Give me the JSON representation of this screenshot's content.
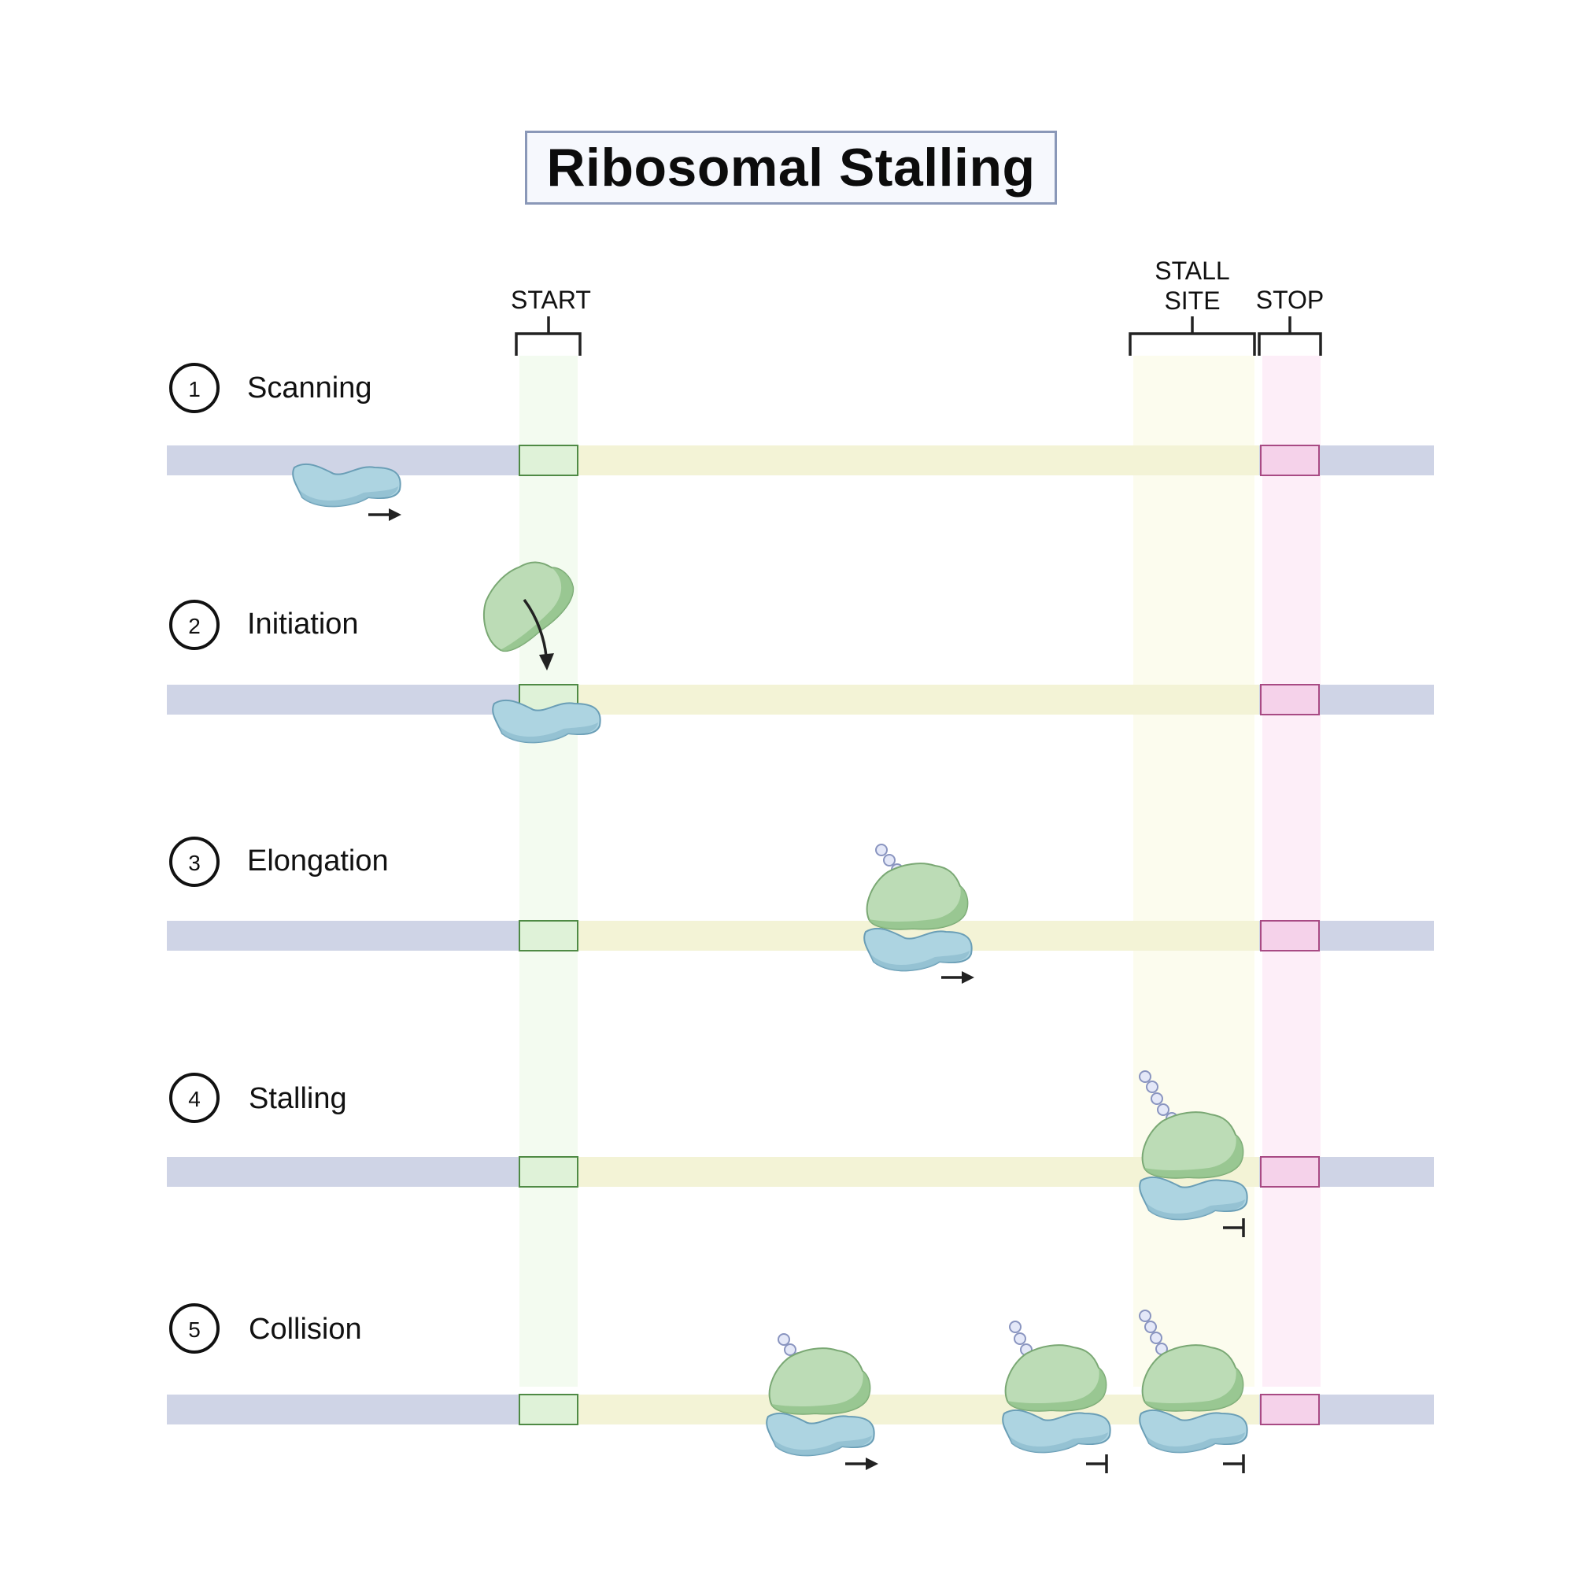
{
  "title": "Ribosomal Stalling",
  "markers": {
    "start": "START",
    "stall_line1": "STALL",
    "stall_line2": "SITE",
    "stop": "STOP"
  },
  "steps": [
    {
      "number": "1",
      "label": "Scanning"
    },
    {
      "number": "2",
      "label": "Initiation"
    },
    {
      "number": "3",
      "label": "Elongation"
    },
    {
      "number": "4",
      "label": "Stalling"
    },
    {
      "number": "5",
      "label": "Collision"
    }
  ],
  "colors": {
    "mrna": "#cfd4e6",
    "coding": "#f3f3d6",
    "start_codon": "#dff2d8",
    "stop_codon": "#f5d2ea",
    "start_band": "#f3fbf0",
    "stall_band": "#fcfcee",
    "stop_band": "#fdeef8",
    "small_subunit": "#add4e1",
    "large_subunit": "#bcdcb6",
    "peptide": "#e4e8f8"
  }
}
